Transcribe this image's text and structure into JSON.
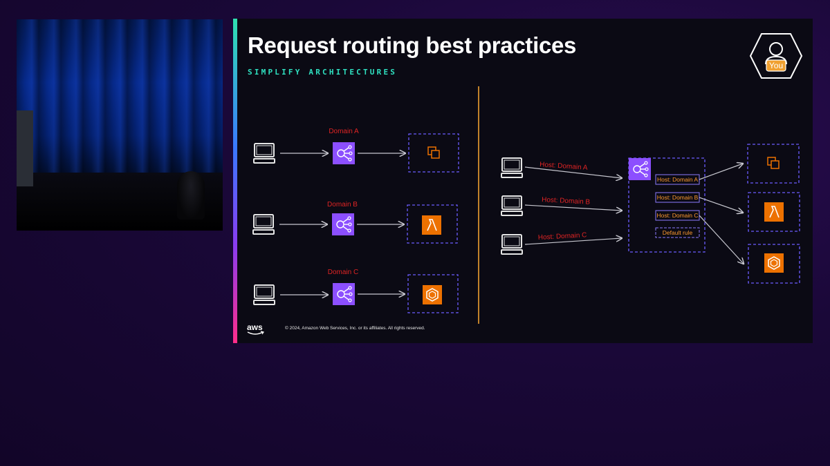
{
  "slide": {
    "title": "Request routing best practices",
    "subtitle": "SIMPLIFY ARCHITECTURES",
    "badge_label": "You",
    "left_domain_labels": [
      "Domain A",
      "Domain B",
      "Domain C"
    ],
    "right_host_labels": [
      "Host: Domain A",
      "Host: Domain B",
      "Host: Domain C"
    ],
    "listener_rules": [
      "Host: Domain A",
      "Host: Domain B",
      "Host: Domain C",
      "Default rule"
    ],
    "target_icons": [
      "ec2-instances-icon",
      "lambda-icon",
      "ecs-icon"
    ],
    "footer_logo": "aws",
    "copyright": "© 2024, Amazon Web Services, Inc. or its affiliates. All rights reserved."
  },
  "colors": {
    "accent_teal": "#2fe0c0",
    "load_balancer_purple": "#8c4fff",
    "label_red": "#e02424",
    "rule_orange": "#ff9a2e",
    "compute_orange": "#ed7100",
    "divider_orange": "#f0a030",
    "dashed_purple": "#6b5cff"
  }
}
